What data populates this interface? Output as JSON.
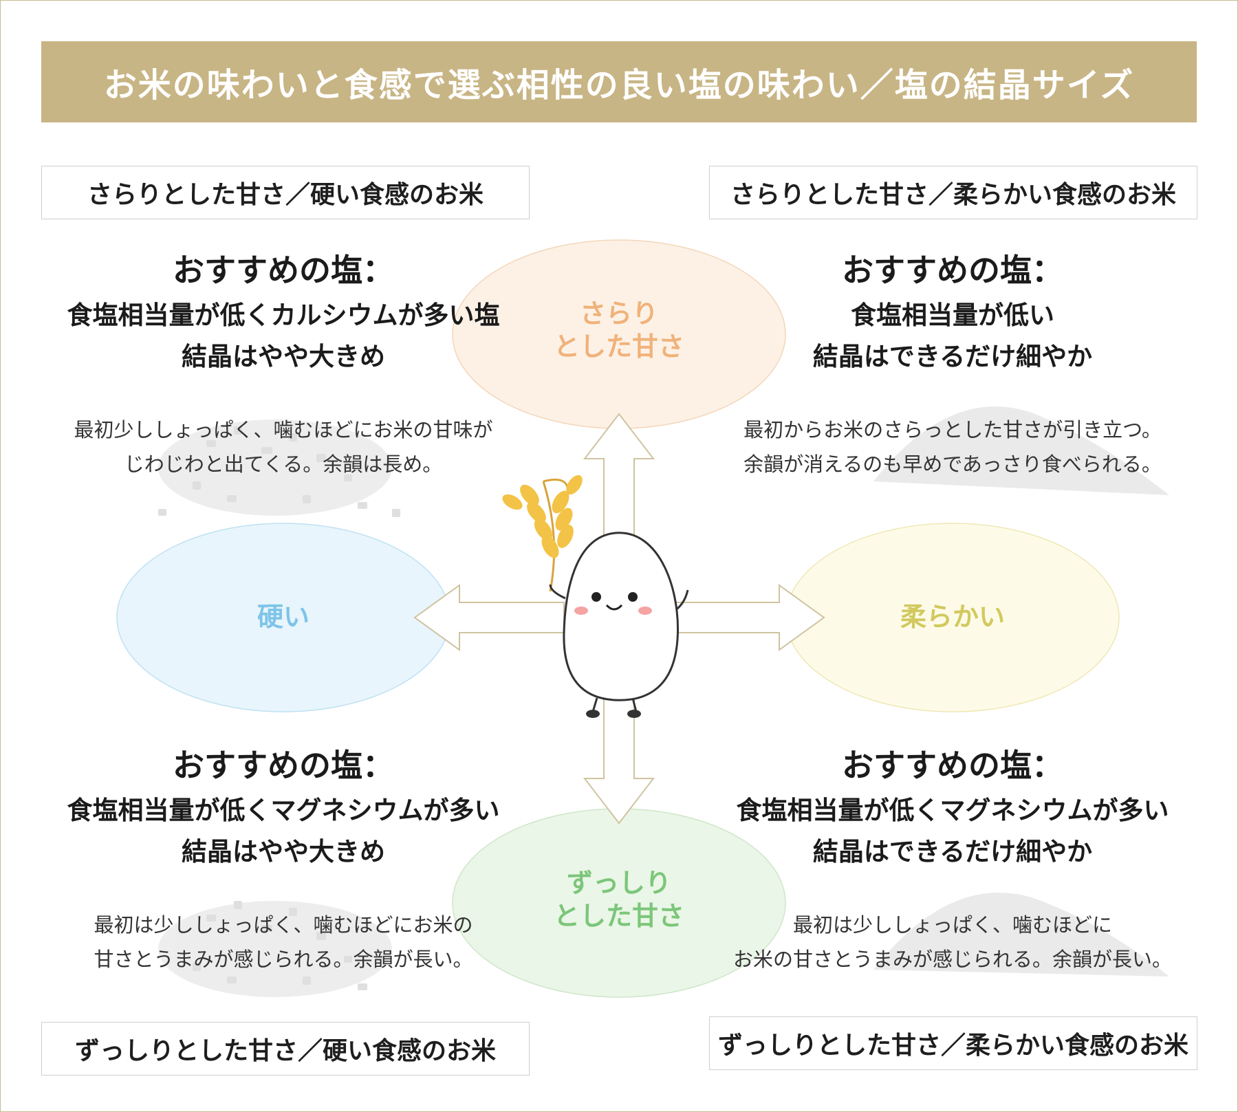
{
  "title": "お米の味わいと食感で選ぶ相性の良い塩の味わい／塩の結晶サイズ",
  "axes": {
    "top": {
      "line1": "さらり",
      "line2": "とした甘さ",
      "color": "#f0b27a"
    },
    "bottom": {
      "line1": "ずっしり",
      "line2": "とした甘さ",
      "color": "#7cc67a"
    },
    "left": {
      "label": "硬い",
      "color": "#7ec4e8"
    },
    "right": {
      "label": "柔らかい",
      "color": "#d9d27a"
    }
  },
  "quadrants": {
    "top_left": {
      "label": "さらりとした甘さ／硬い食感のお米",
      "heading": "おすすめの塩：",
      "rec1": "食塩相当量が低くカルシウムが多い塩",
      "rec2": "結晶はやや大きめ",
      "desc1": "最初少ししょっぱく、噛むほどにお米の甘味が",
      "desc2": "じわじわと出てくる。余韻は長め。"
    },
    "top_right": {
      "label": "さらりとした甘さ／柔らかい食感のお米",
      "heading": "おすすめの塩：",
      "rec1": "食塩相当量が低い",
      "rec2": "結晶はできるだけ細やか",
      "desc1": "最初からお米のさらっとした甘さが引き立つ。",
      "desc2": "余韻が消えるのも早めであっさり食べられる。"
    },
    "bottom_left": {
      "label": "ずっしりとした甘さ／硬い食感のお米",
      "heading": "おすすめの塩：",
      "rec1": "食塩相当量が低くマグネシウムが多い",
      "rec2": "結晶はやや大きめ",
      "desc1": "最初は少ししょっぱく、噛むほどにお米の",
      "desc2": "甘さとうまみが感じられる。余韻が長い。"
    },
    "bottom_right": {
      "label": "ずっしりとした甘さ／柔らかい食感のお米",
      "heading": "おすすめの塩：",
      "rec1": "食塩相当量が低くマグネシウムが多い",
      "rec2": "結晶はできるだけ細やか",
      "desc1": "最初は少ししょっぱく、噛むほどに",
      "desc2": "お米の甘さとうまみが感じられる。余韻が長い。"
    }
  },
  "colors": {
    "banner": "#c8b585",
    "arrow": "#cfc3a0",
    "ellipse_top": "#fdf1e6",
    "ellipse_bottom": "#eaf6e7",
    "ellipse_left": "#e8f5fc",
    "ellipse_right": "#fdfbe8"
  }
}
